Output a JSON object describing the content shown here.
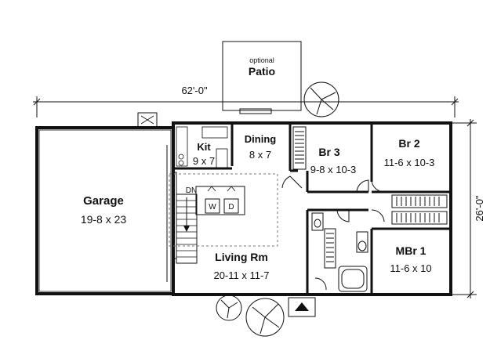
{
  "dimensions": {
    "overall_width": "62'-0\"",
    "overall_depth": "26'-0\""
  },
  "rooms": {
    "patio": {
      "note": "optional",
      "name": "Patio"
    },
    "garage": {
      "name": "Garage",
      "size": "19-8 x 23"
    },
    "kitchen": {
      "name": "Kit",
      "size": "9 x 7"
    },
    "dining": {
      "name": "Dining",
      "size": "8 x 7"
    },
    "br3": {
      "name": "Br 3",
      "size": "9-8 x 10-3"
    },
    "br2": {
      "name": "Br 2",
      "size": "11-6 x 10-3"
    },
    "living": {
      "name": "Living Rm",
      "size": "20-11 x 11-7"
    },
    "mbr1": {
      "name": "MBr 1",
      "size": "11-6 x 10"
    }
  },
  "fixtures": {
    "stair_label": "DN",
    "washer": "W",
    "dryer": "D"
  }
}
